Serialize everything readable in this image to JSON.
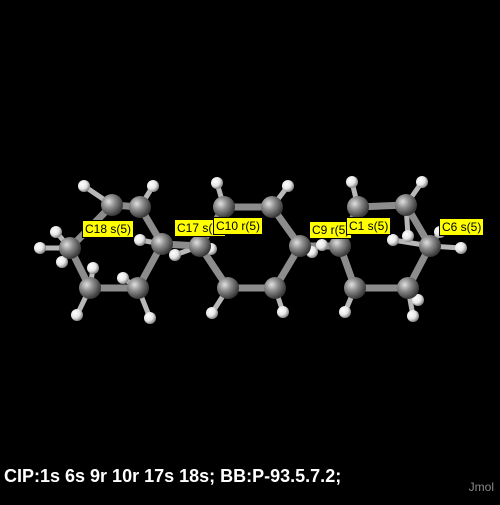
{
  "caption": "CIP:1s 6s 9r 10r 17s 18s; BB:P-93.5.7.2;",
  "brand": "Jmol",
  "labels": {
    "c18": "C18 s(5)",
    "c17": "C17 s(5)",
    "c10": "C10 r(5)",
    "c9": "C9 r(5)",
    "c1": "C1 s(5)",
    "c6": "C6 s(5)"
  },
  "colors": {
    "background": "#000000",
    "carbon": "#8c8c8c",
    "hydrogen": "#ffffff",
    "label_bg": "#ffff00",
    "caption": "#ffffff",
    "brand": "#8a8a8a"
  }
}
